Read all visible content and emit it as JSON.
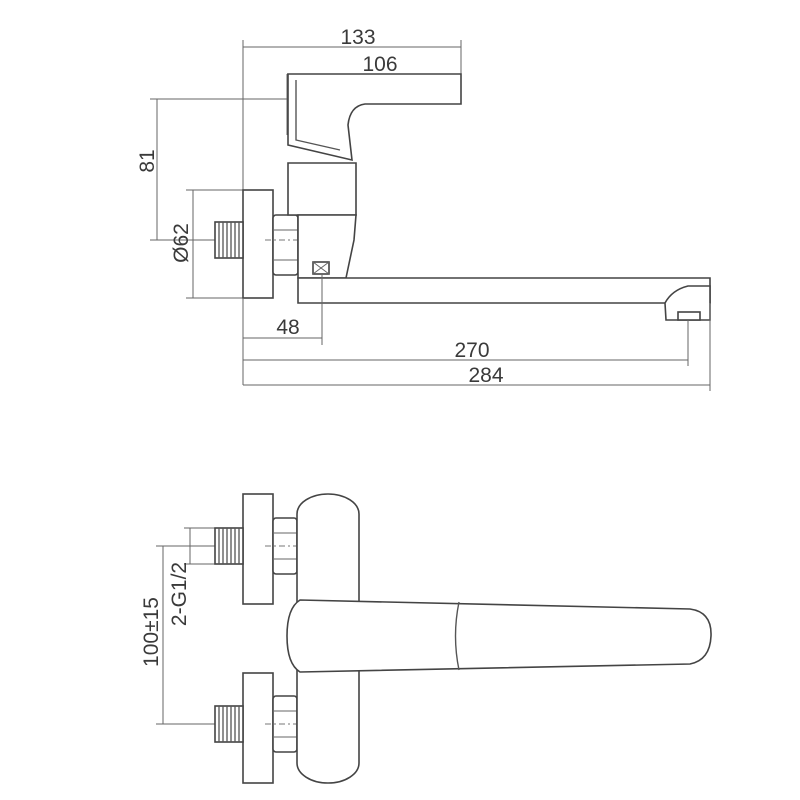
{
  "drawing": {
    "side_view": {
      "dim_overall_depth": "133",
      "dim_handle_depth": "106",
      "dim_height": "81",
      "dim_flange_diameter": "Ø62",
      "dim_eccentric_offset": "48",
      "dim_spout_reach": "270",
      "dim_overall_length": "284"
    },
    "top_view": {
      "dim_center_distance": "100±15",
      "dim_connection_thread": "2-G1/2"
    },
    "colors": {
      "line": "#555555",
      "text": "#3a3a3a",
      "background": "#ffffff"
    }
  }
}
